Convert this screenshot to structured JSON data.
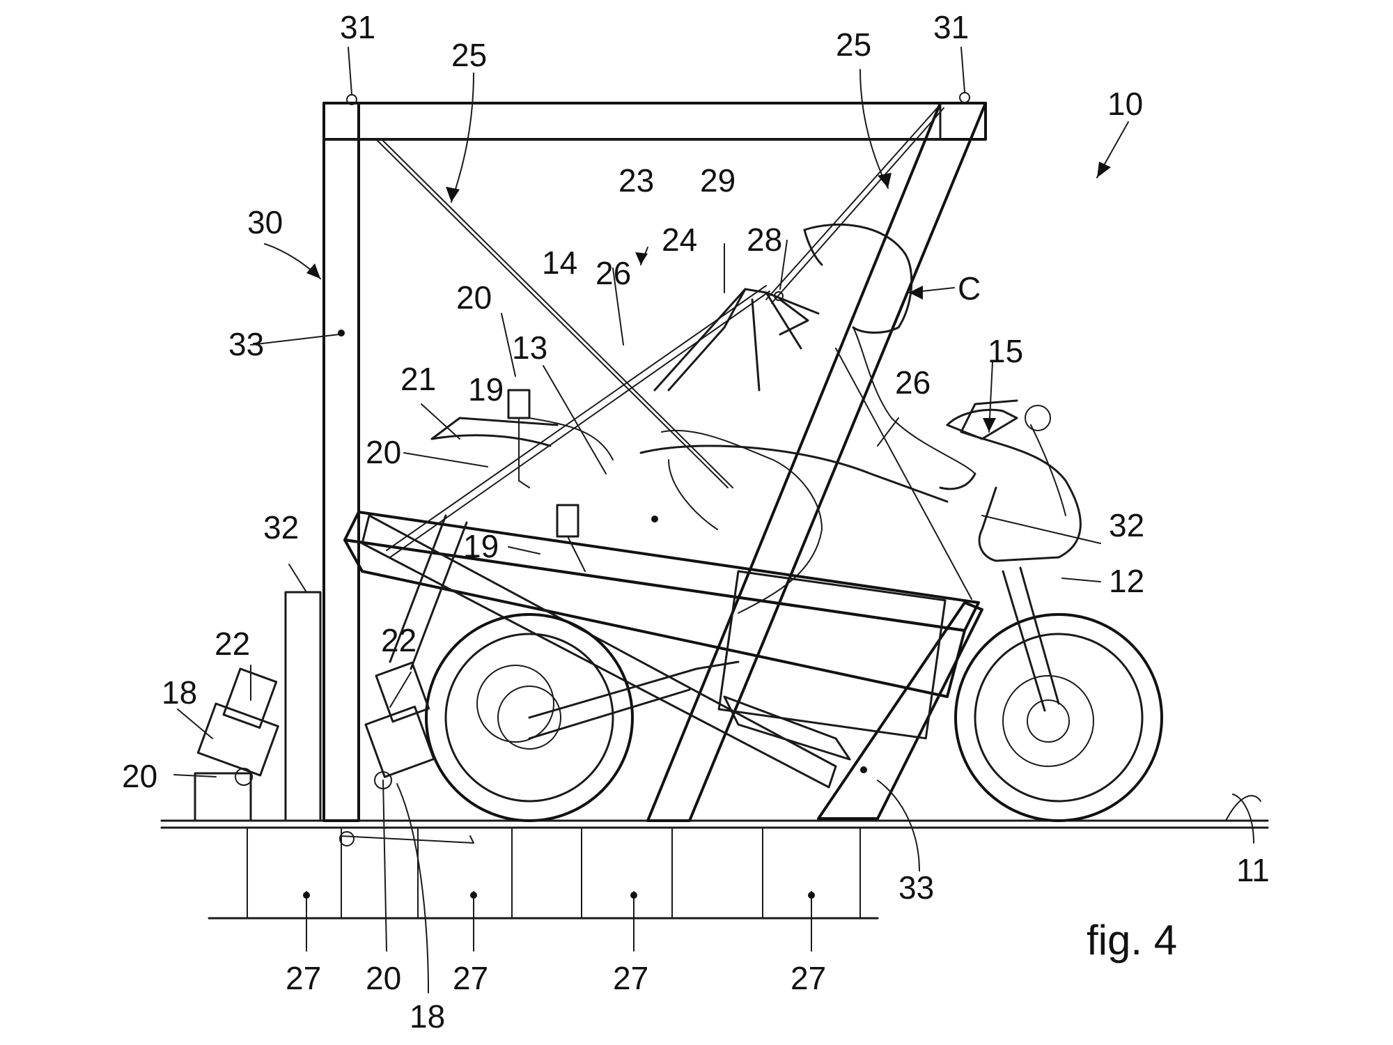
{
  "figure": {
    "caption": "fig. 4"
  },
  "reference_numerals": [
    {
      "id": "n31a",
      "text": "31"
    },
    {
      "id": "n31b",
      "text": "31"
    },
    {
      "id": "n25a",
      "text": "25"
    },
    {
      "id": "n25b",
      "text": "25"
    },
    {
      "id": "n10",
      "text": "10"
    },
    {
      "id": "n23",
      "text": "23"
    },
    {
      "id": "n29",
      "text": "29"
    },
    {
      "id": "n30",
      "text": "30"
    },
    {
      "id": "n24",
      "text": "24"
    },
    {
      "id": "n28",
      "text": "28"
    },
    {
      "id": "n14",
      "text": "14"
    },
    {
      "id": "n26a",
      "text": "26"
    },
    {
      "id": "nC",
      "text": "C"
    },
    {
      "id": "n20a",
      "text": "20"
    },
    {
      "id": "n13",
      "text": "13"
    },
    {
      "id": "n33a",
      "text": "33"
    },
    {
      "id": "n15",
      "text": "15"
    },
    {
      "id": "n21",
      "text": "21"
    },
    {
      "id": "n19a",
      "text": "19"
    },
    {
      "id": "n26b",
      "text": "26"
    },
    {
      "id": "n20b",
      "text": "20"
    },
    {
      "id": "n32a",
      "text": "32"
    },
    {
      "id": "n32b",
      "text": "32"
    },
    {
      "id": "n19b",
      "text": "19"
    },
    {
      "id": "n12",
      "text": "12"
    },
    {
      "id": "n22a",
      "text": "22"
    },
    {
      "id": "n22b",
      "text": "22"
    },
    {
      "id": "n18a",
      "text": "18"
    },
    {
      "id": "n20c",
      "text": "20"
    },
    {
      "id": "n33b",
      "text": "33"
    },
    {
      "id": "n11",
      "text": "11"
    },
    {
      "id": "n27a",
      "text": "27"
    },
    {
      "id": "n20d",
      "text": "20"
    },
    {
      "id": "n27b",
      "text": "27"
    },
    {
      "id": "n27c",
      "text": "27"
    },
    {
      "id": "n27d",
      "text": "27"
    },
    {
      "id": "n18b",
      "text": "18"
    }
  ]
}
